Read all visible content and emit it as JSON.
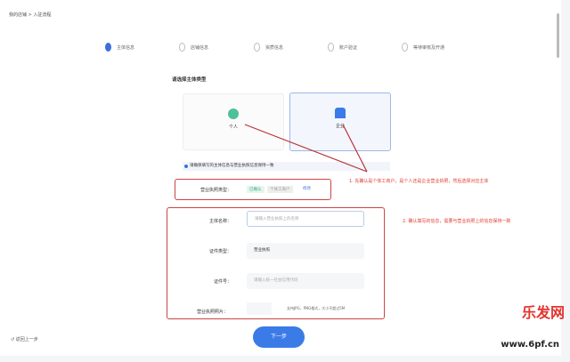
{
  "breadcrumb": [
    "我的店铺",
    "入驻流程"
  ],
  "steps": [
    {
      "label": "主体信息",
      "active": true
    },
    {
      "label": "店铺信息",
      "active": false
    },
    {
      "label": "资质信息",
      "active": false
    },
    {
      "label": "账户验证",
      "active": false
    },
    {
      "label": "等待审核及开通",
      "active": false
    }
  ],
  "section_title": "请选择主体类型",
  "cards": [
    {
      "label": "个人",
      "icon": "person-icon"
    },
    {
      "label": "企业",
      "icon": "building-icon"
    }
  ],
  "info_text": "请确保填写的主体信息与营业执照信息保持一致",
  "license_row": {
    "label": "营业执照类型：",
    "tag": "已确认",
    "value": "个体工商户",
    "link": "修改"
  },
  "form": [
    {
      "label": "主体名称：",
      "placeholder": "请输入营业执照上的名称"
    },
    {
      "label": "证件类型：",
      "value": "营业执照"
    },
    {
      "label": "证件号：",
      "placeholder": "请输入统一社会信用代码"
    },
    {
      "label": "营业执照照片：",
      "hint": "支持JPG、PNG格式，大小不超过5M"
    }
  ],
  "notes": [
    "1. 先确认是个体工商户，是个人还是企业营业执照，然后选择对应主体",
    "2. 确认填写的信息，需要与营业执照上的信息保持一致"
  ],
  "next_button": "下一步",
  "back_link": "返回上一步",
  "watermark": "乐发网 www.6pf.cn"
}
